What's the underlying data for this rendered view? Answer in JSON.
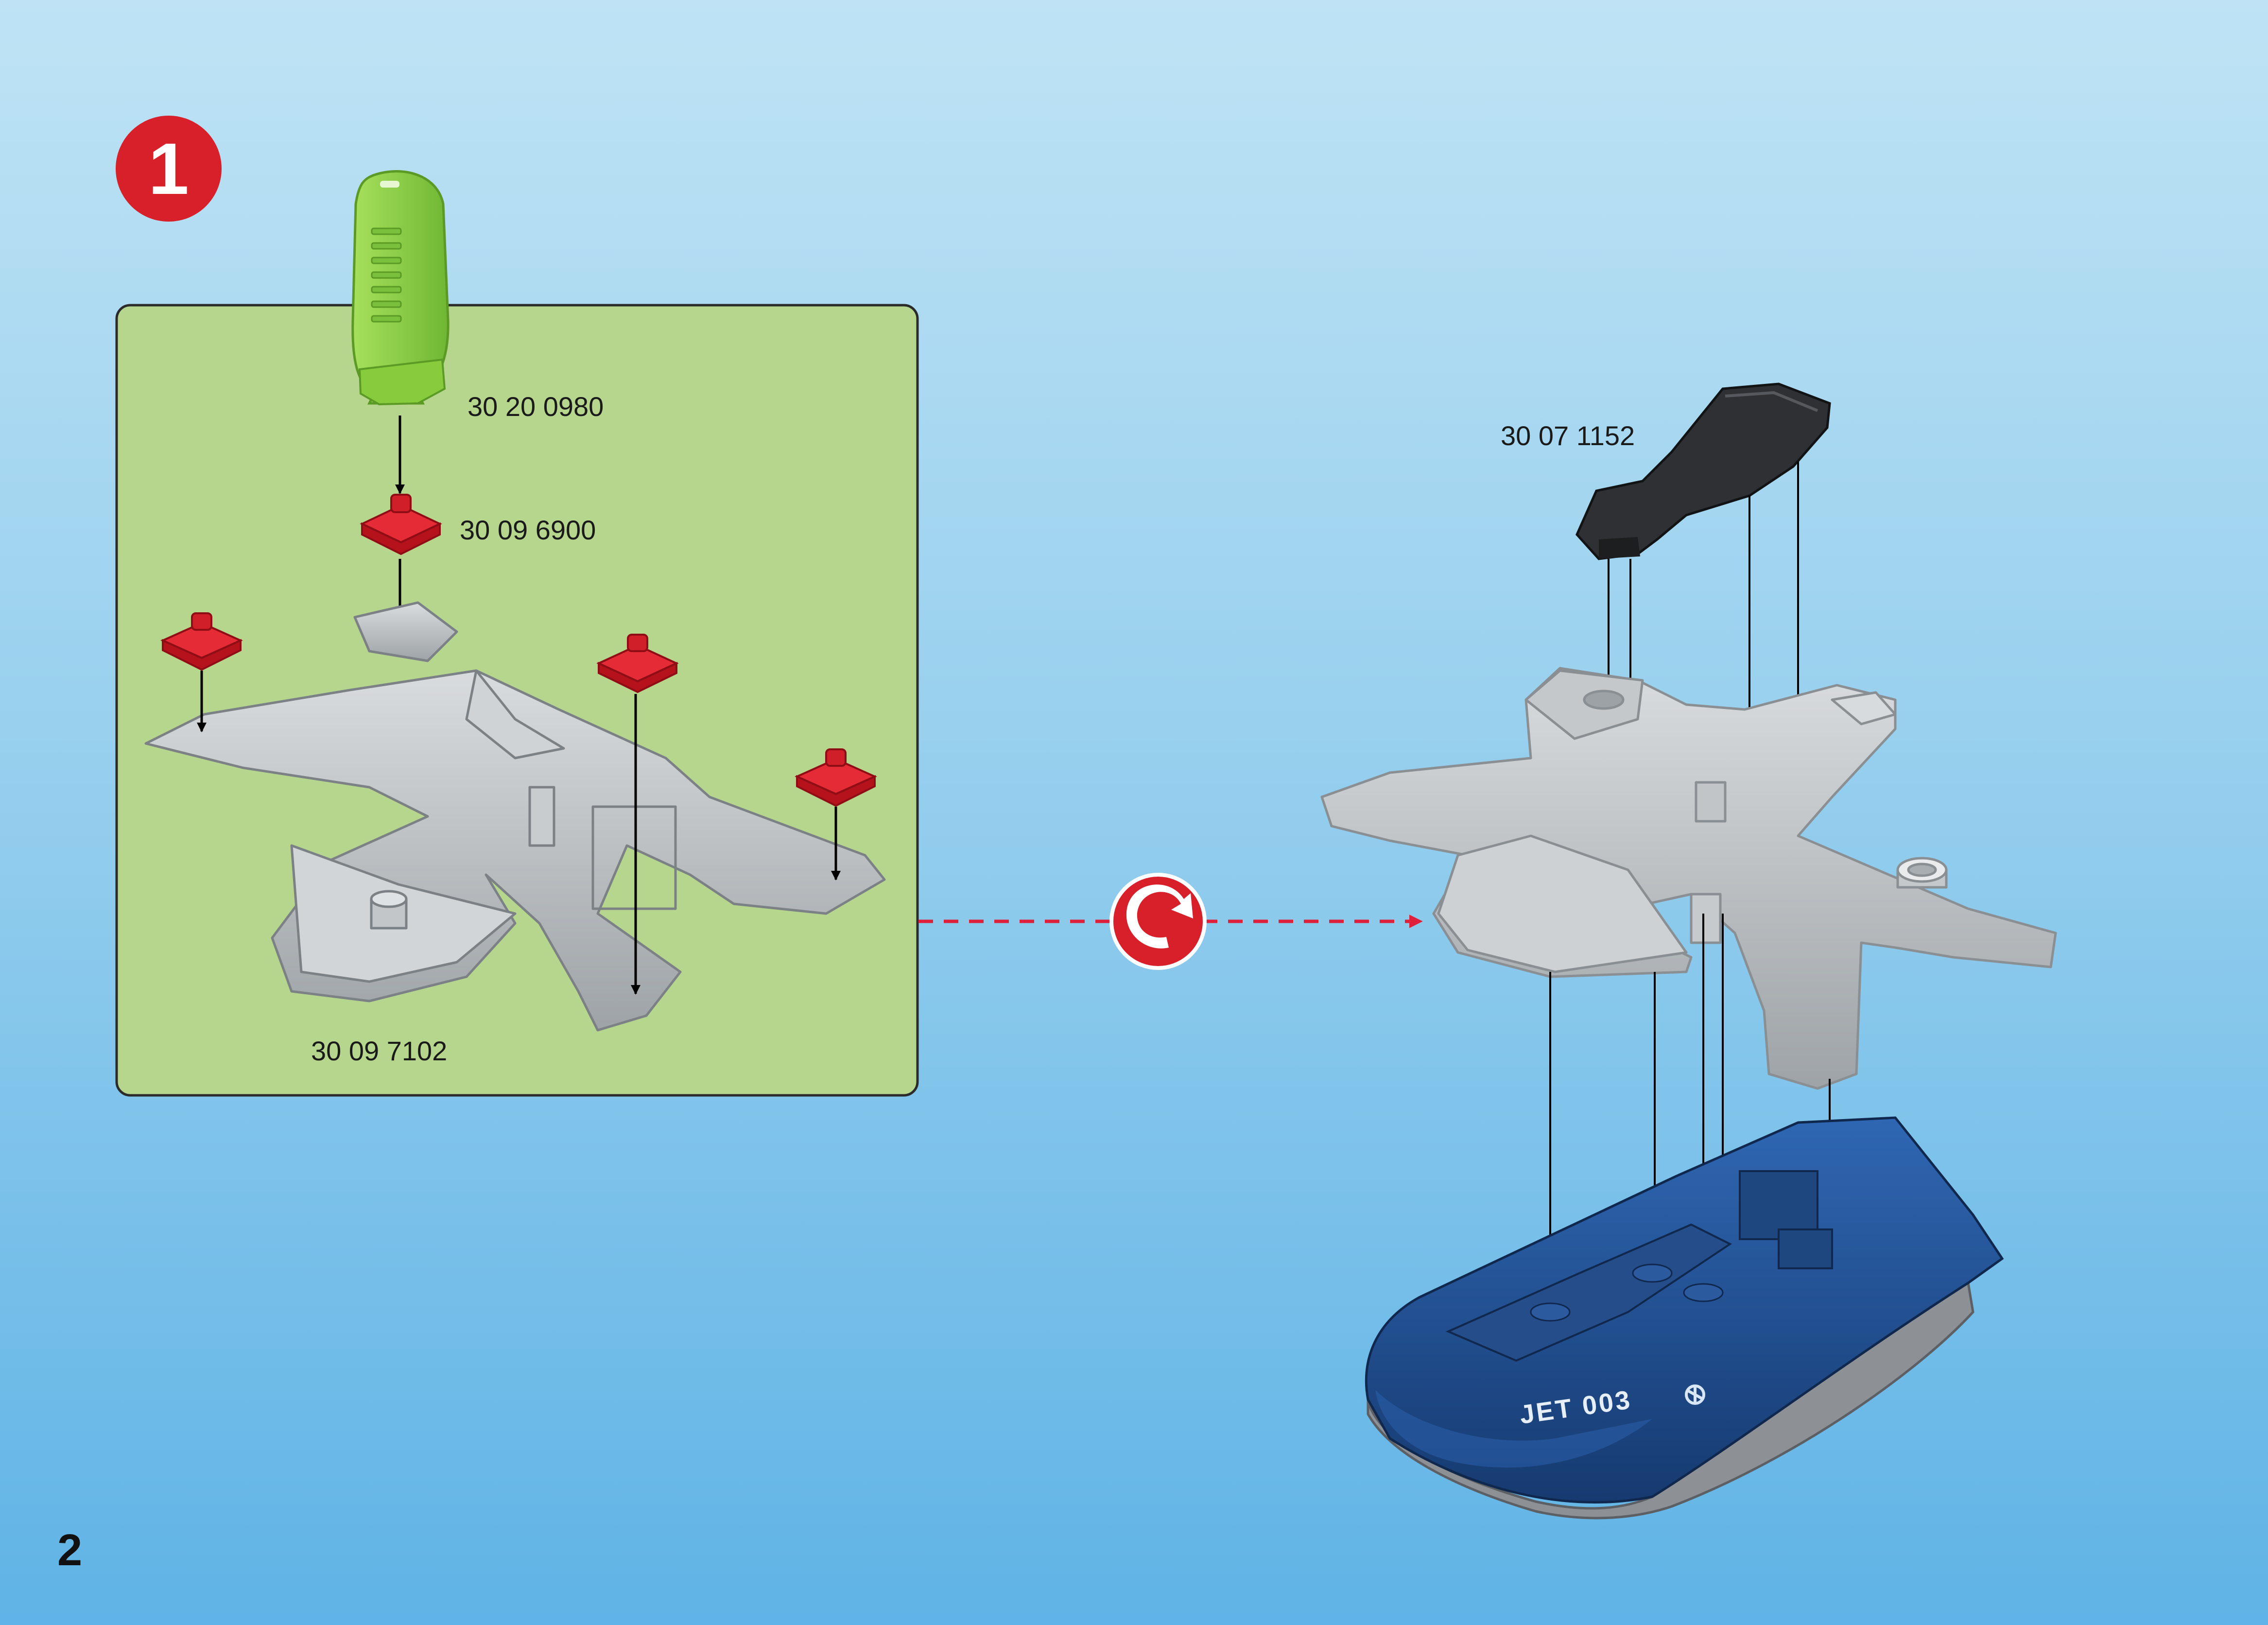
{
  "step": {
    "number": "1"
  },
  "page": {
    "number": "2"
  },
  "parts": {
    "key_part": "30 20 0980",
    "red_stud": "30 09 6900",
    "grey_frame": "30 09 7102",
    "black_seat": "30 07 1152"
  },
  "boat": {
    "hull_text": "JET 003"
  },
  "icons": {
    "rotate": "rotate-icon"
  },
  "colors": {
    "background_top": "#bfe3f5",
    "background_bottom": "#5fb3e6",
    "subassembly_panel": "#b6d68e",
    "step_badge": "#d7202a",
    "red_stud": "#c9141f",
    "grey_part": "#b5b9bc",
    "green_key": "#8fd14a",
    "black_seat": "#2a2c2e",
    "boat_hull": "#1f4e8f"
  }
}
